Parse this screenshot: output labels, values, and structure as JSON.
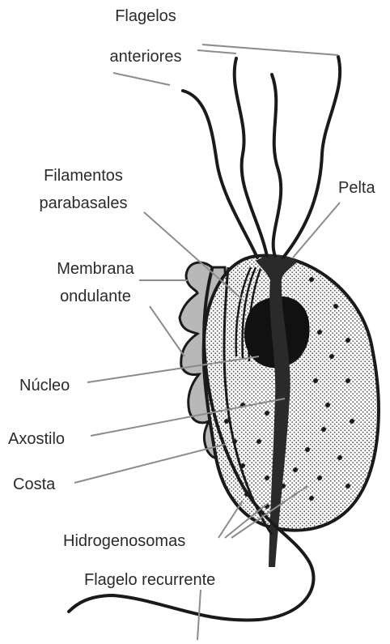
{
  "labels": {
    "flagelos_anteriores": [
      "Flagelos",
      "anteriores"
    ],
    "filamentos_parabasales": [
      "Filamentos",
      "parabasales"
    ],
    "pelta": "Pelta",
    "membrana_ondulante": [
      "Membrana",
      "ondulante"
    ],
    "nucleo": "Núcleo",
    "axostilo": "Axostilo",
    "costa": "Costa",
    "hidrogenosomas": "Hidrogenosomas",
    "flagelo_recurrente": "Flagelo recurrente"
  },
  "colors": {
    "ink": "#1a1a1a",
    "leader": "#8c8c8c",
    "stipple_fill": "#d9d9d9",
    "text": "#2b2b2b"
  }
}
